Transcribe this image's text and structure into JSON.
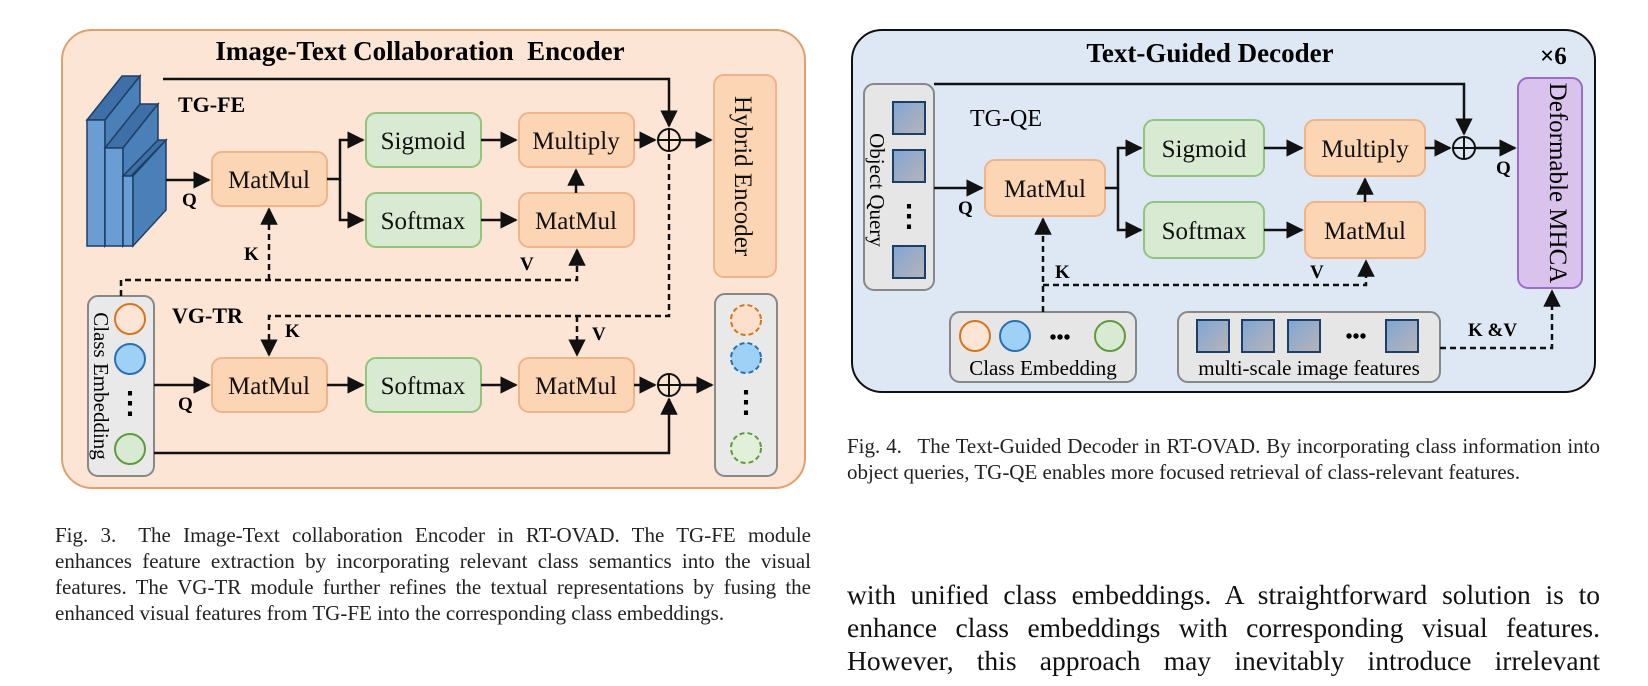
{
  "fig3": {
    "title": "Image-Text Collaboration  Encoder",
    "tgfe_label": "TG-FE",
    "vgtr_label": "VG-TR",
    "matmul": "MatMul",
    "sigmoid": "Sigmoid",
    "softmax": "Softmax",
    "multiply": "Multiply",
    "hybrid_encoder": "Hybrid Encoder",
    "class_embedding": "Class Embedding",
    "q": "Q",
    "k": "K",
    "v": "V",
    "ellipsis": "⋮",
    "caption_label": "Fig. 3.",
    "caption": "The Image-Text collaboration Encoder in RT-OVAD. The TG-FE module enhances feature extraction by incorporating relevant class semantics into the visual features. The VG-TR module further refines the textual representations by fusing the enhanced visual features from TG-FE into the corresponding class embeddings."
  },
  "fig4": {
    "title": "Text-Guided Decoder",
    "repeat": "×6",
    "tgqe_label": "TG-QE",
    "object_query": "Object Query",
    "matmul": "MatMul",
    "sigmoid": "Sigmoid",
    "softmax": "Softmax",
    "multiply": "Multiply",
    "deformable_mhca": "Deformable MHCA",
    "class_embedding": "Class Embedding",
    "multi_scale": "multi-scale image features",
    "q": "Q",
    "k": "K",
    "v": "V",
    "kv": "K &V",
    "ellipsis": "•••",
    "caption_label": "Fig. 4.",
    "caption": "The Text-Guided Decoder in RT-OVAD. By incorporating class information into object queries, TG-QE enables more focused retrieval of class-relevant features."
  },
  "body_text": {
    "line1": "with unified class embeddings. A straightforward solution is to",
    "line2": "enhance class embeddings with corresponding visual features.",
    "line3": "However, this approach may inevitably introduce irrelevant"
  },
  "colors": {
    "encoder_bg": "#fce5d4",
    "decoder_bg": "#dde8f4",
    "orange_box": "#fcd5b5",
    "green_box": "#d9ead3",
    "purple_box": "#d9c3ec",
    "cube_blue": "#5b8cc0"
  }
}
